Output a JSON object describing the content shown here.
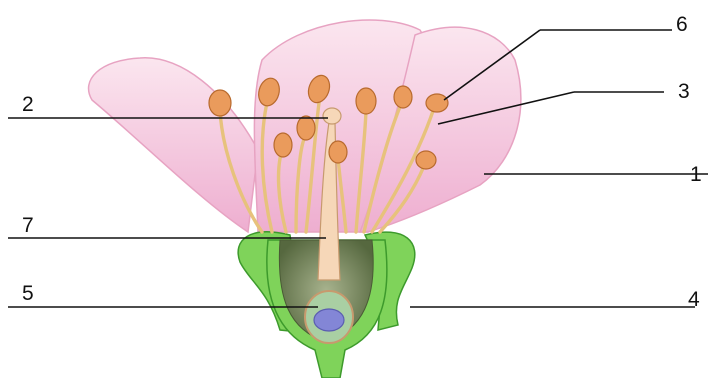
{
  "labels": {
    "petal": "1",
    "stigma": "2",
    "filament": "3",
    "sepal": "4",
    "ovule": "5",
    "anther": "6",
    "style": "7"
  },
  "colors": {
    "petal_fill": "#f4c6da",
    "petal_edge": "#e7a3c2",
    "sepal_fill": "#7fd35a",
    "sepal_edge": "#3d9a2c",
    "ovary_fill": "#5e7048",
    "style_fill": "#f6d7b8",
    "stamen_stalk": "#e7c27c",
    "anther_fill": "#ea9b5c",
    "ovule_outer": "#a9cfa3",
    "ovule_inner": "#8386d6",
    "line": "#111111"
  }
}
